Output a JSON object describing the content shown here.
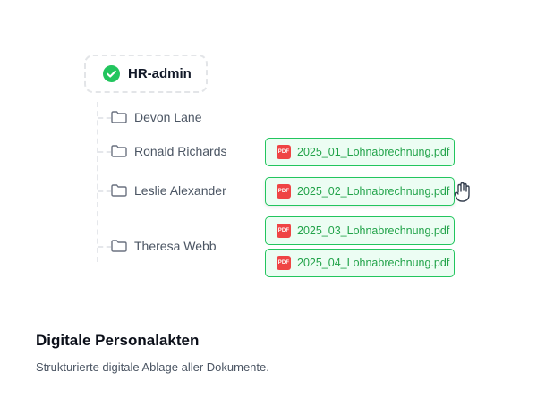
{
  "root": {
    "label": "HR-admin",
    "icon": "check-circle-icon",
    "accent": "#22c55e"
  },
  "employees": [
    {
      "name": "Devon Lane"
    },
    {
      "name": "Ronald Richards"
    },
    {
      "name": "Leslie Alexander"
    },
    {
      "name": "Theresa Webb"
    }
  ],
  "files": [
    {
      "type_label": "PDF",
      "name": "2025_01_Lohnabrechnung.pdf"
    },
    {
      "type_label": "PDF",
      "name": "2025_02_Lohnabrechnung.pdf"
    },
    {
      "type_label": "PDF",
      "name": "2025_03_Lohnabrechnung.pdf"
    },
    {
      "type_label": "PDF",
      "name": "2025_04_Lohnabrechnung.pdf"
    }
  ],
  "section": {
    "title": "Digitale Personalakten",
    "description": "Strukturierte digitale Ablage aller Dokumente."
  },
  "colors": {
    "file_border": "#22c55e",
    "file_bg": "#ecfdf3",
    "pdf_red": "#ef4444"
  }
}
